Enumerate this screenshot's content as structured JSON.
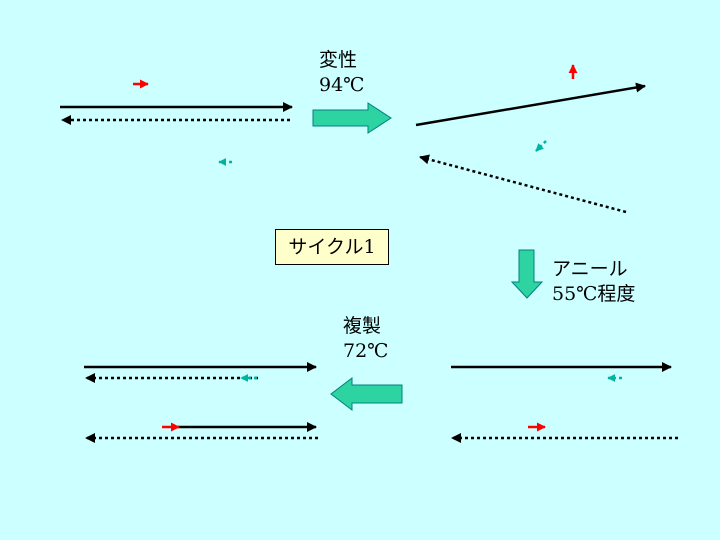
{
  "steps": {
    "denature": {
      "name": "変性",
      "temperature": "94℃"
    },
    "anneal": {
      "name": "アニール",
      "temperature": "55℃程度"
    },
    "extend": {
      "name": "複製",
      "temperature": "72℃"
    }
  },
  "cycle_label": "サイクル1",
  "colors": {
    "background": "#ccffff",
    "cycle_box": "#ffffcc",
    "template_strand": "#000000",
    "forward_primer": "#ff0000",
    "reverse_primer": "#00b3a0",
    "process_arrow_fill": "#2ed3a2",
    "process_arrow_border": "#008080"
  },
  "icons": {
    "process_arrow": "block-arrow",
    "forward_primer": "red-arrow",
    "reverse_primer": "teal-dotted-arrow"
  }
}
